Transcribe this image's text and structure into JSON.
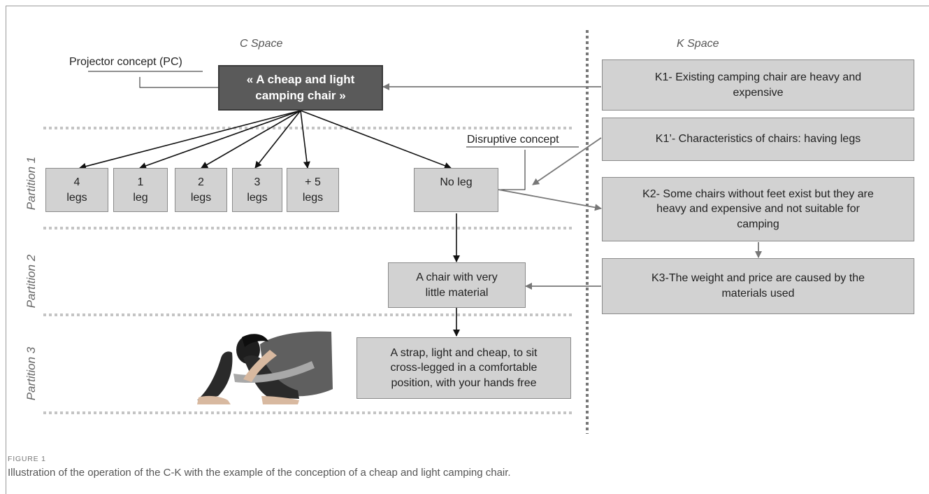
{
  "figure": {
    "label": "FIGURE 1",
    "caption": "Illustration of the operation of the C-K with the example of the conception of a cheap and light camping chair."
  },
  "diagram": {
    "c_space_title": "C Space",
    "k_space_title": "K Space",
    "pc_label": "Projector concept (PC)",
    "disruptive_label": "Disruptive concept",
    "pc_box": {
      "line1": "« A cheap and light",
      "line2": "camping chair »"
    },
    "partitions": [
      "Partition 1",
      "Partition 2",
      "Partition 3"
    ],
    "leg_boxes": [
      {
        "line1": "4",
        "line2": "legs"
      },
      {
        "line1": "1",
        "line2": "leg"
      },
      {
        "line1": "2",
        "line2": "legs"
      },
      {
        "line1": "3",
        "line2": "legs"
      },
      {
        "line1": "+ 5",
        "line2": "legs"
      }
    ],
    "no_leg_box": "No leg",
    "little_material_box": {
      "line1": "A chair with very",
      "line2": "little material"
    },
    "strap_box": {
      "line1": "A strap, light and cheap, to sit",
      "line2": "cross-legged in a comfortable",
      "line3": "position, with your hands free"
    },
    "k_boxes": [
      {
        "id": "K1",
        "line1": "K1- Existing camping chair are heavy and",
        "line2": "expensive"
      },
      {
        "id": "K1'",
        "line1": "K1’- Characteristics of chairs: having legs"
      },
      {
        "id": "K2",
        "line1": "K2- Some chairs without feet exist but they are",
        "line2": "heavy and expensive and not suitable for",
        "line3": "camping"
      },
      {
        "id": "K3",
        "line1": "K3-The weight and price are caused by the",
        "line2": "materials used"
      }
    ]
  }
}
